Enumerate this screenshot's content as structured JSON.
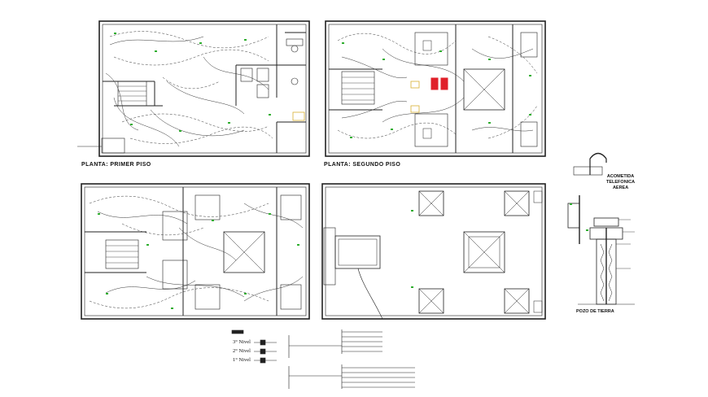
{
  "plan_titles": {
    "first_floor": "PLANTA: PRIMER PISO",
    "second_floor": "PLANTA: SEGUNDO PISO"
  },
  "detail_labels": {
    "telephone_line": [
      "ACOMETIDA",
      "TELEFONICA",
      "AEREA"
    ],
    "ground_well": "POZO DE TIERRA"
  },
  "riser_levels": [
    "3° Nivel",
    "2° Nivel",
    "1° Nivel"
  ],
  "colors": {
    "line": "#222222",
    "wire": "#333333",
    "green_marks": "#2fae2f",
    "red_fixture": "#e0202a",
    "accent_yellow": "#d8b030"
  },
  "icons": [
    "north-arrow-icon",
    "ground-rod-icon"
  ]
}
